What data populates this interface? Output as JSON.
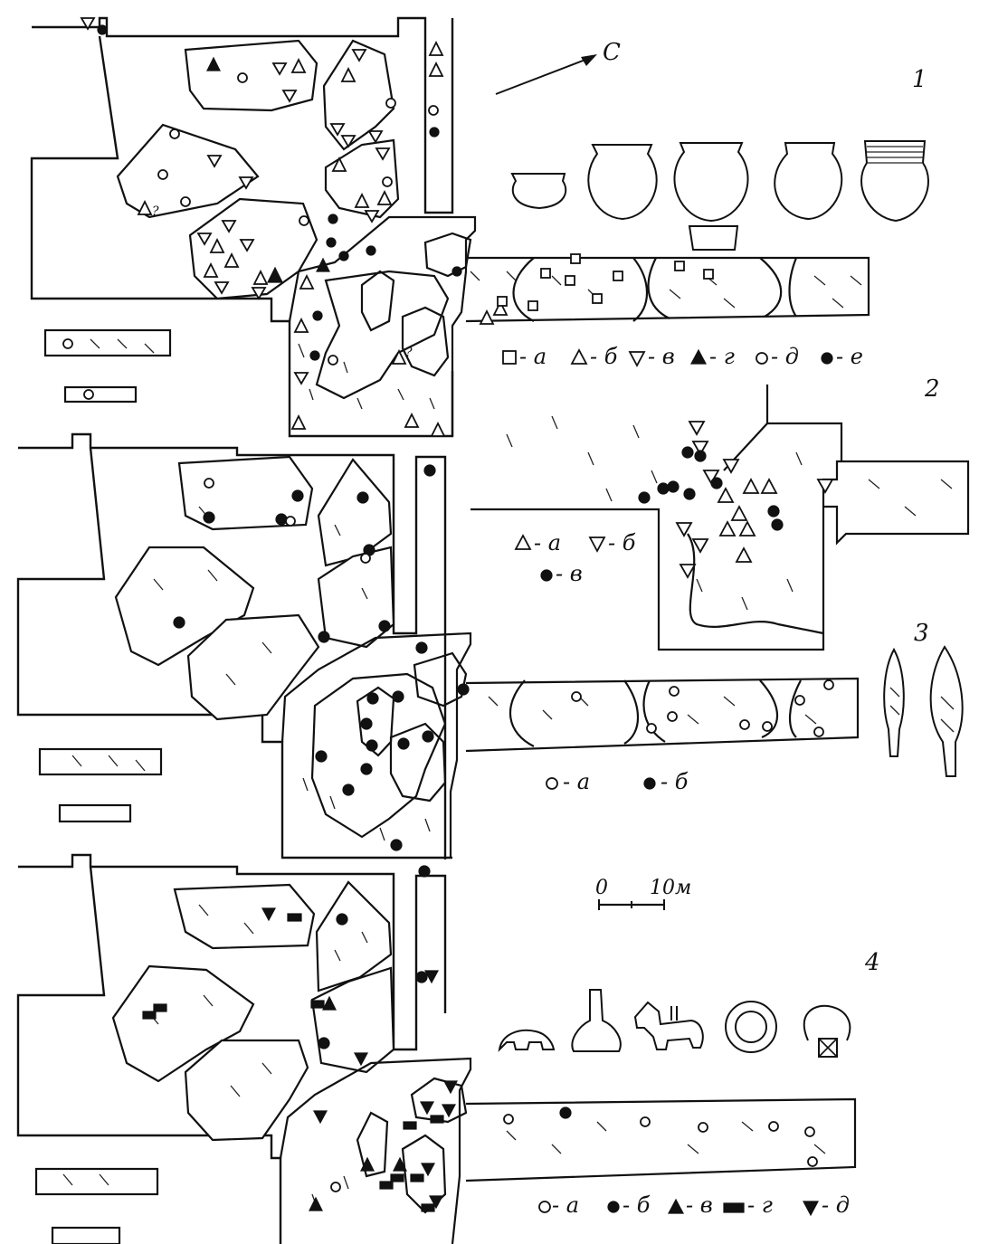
{
  "north_arrow": {
    "label": "С"
  },
  "panels": [
    {
      "number": "1"
    },
    {
      "number": "2"
    },
    {
      "number": "3"
    },
    {
      "number": "4"
    }
  ],
  "scale_bar": {
    "start": "0",
    "end": "10м"
  },
  "legend1": {
    "a": "- а",
    "b": "- б",
    "v": "- в",
    "g": "- г",
    "d": "- д",
    "e": "- е"
  },
  "legend2": {
    "a": "- а",
    "b": "- б",
    "v": "- в"
  },
  "legend3": {
    "a": "- а",
    "b": "- б"
  },
  "legend4": {
    "a": "- а",
    "b": "- б",
    "v": "- в",
    "g": "- г",
    "d": "- д"
  },
  "question_marks": [
    "?",
    "?"
  ]
}
